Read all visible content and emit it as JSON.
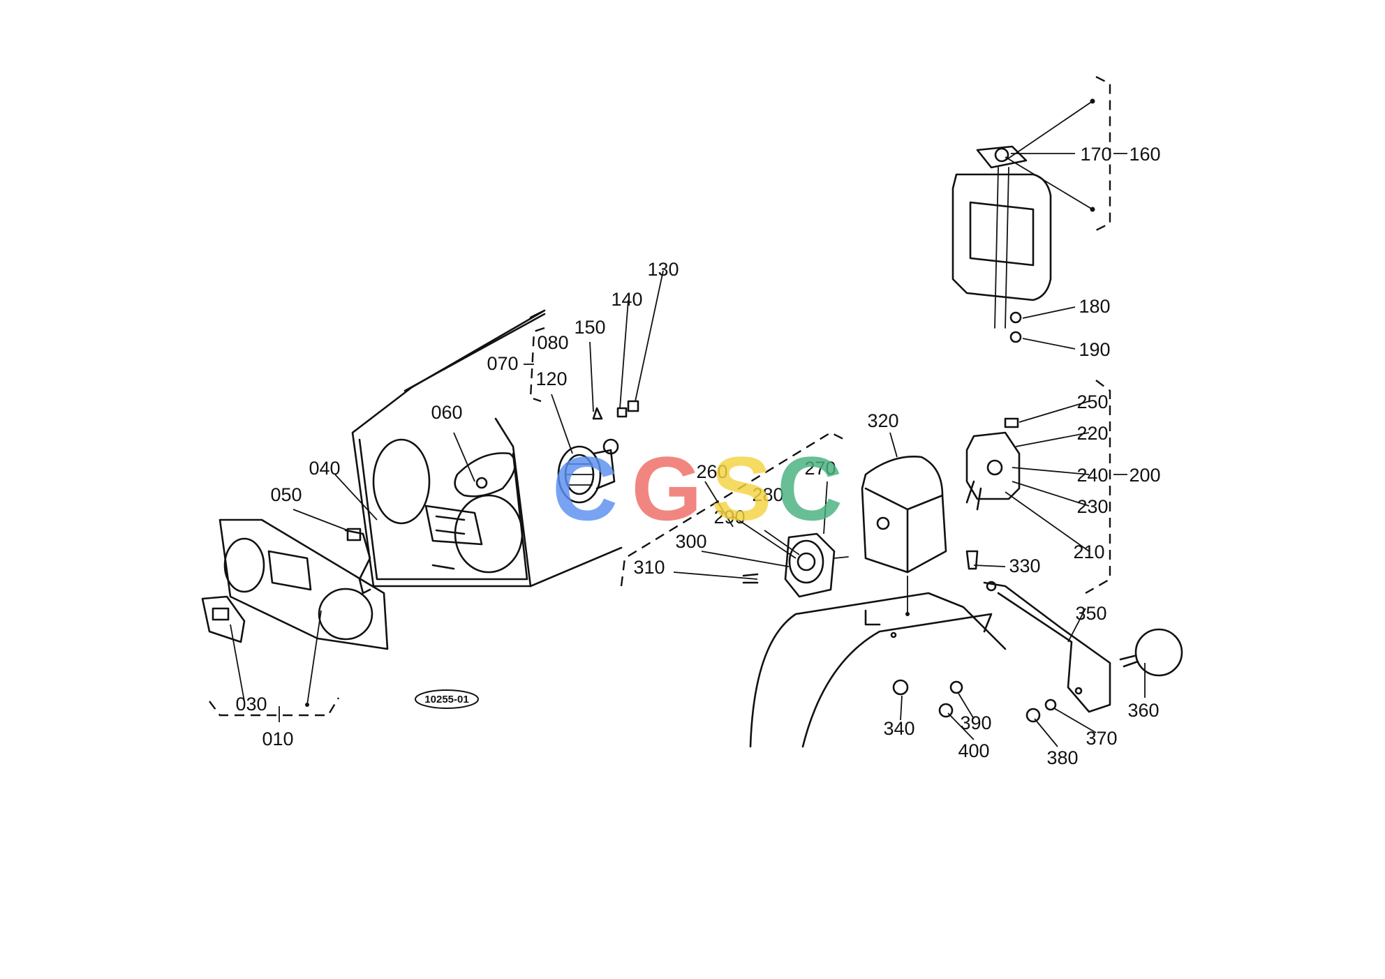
{
  "diagram": {
    "code_label": "10255-01",
    "watermark": [
      "C",
      "G",
      "S",
      "C"
    ],
    "watermark_colors": [
      "#5a8ff0",
      "#ef6c66",
      "#f5d442",
      "#48b07e"
    ],
    "labels": [
      "010",
      "030",
      "040",
      "050",
      "060",
      "070",
      "080",
      "120",
      "130",
      "140",
      "150",
      "160",
      "170",
      "180",
      "190",
      "200",
      "210",
      "220",
      "230",
      "240",
      "250",
      "260",
      "270",
      "280",
      "290",
      "300",
      "310",
      "320",
      "330",
      "340",
      "350",
      "360",
      "370",
      "380",
      "390",
      "400"
    ]
  }
}
